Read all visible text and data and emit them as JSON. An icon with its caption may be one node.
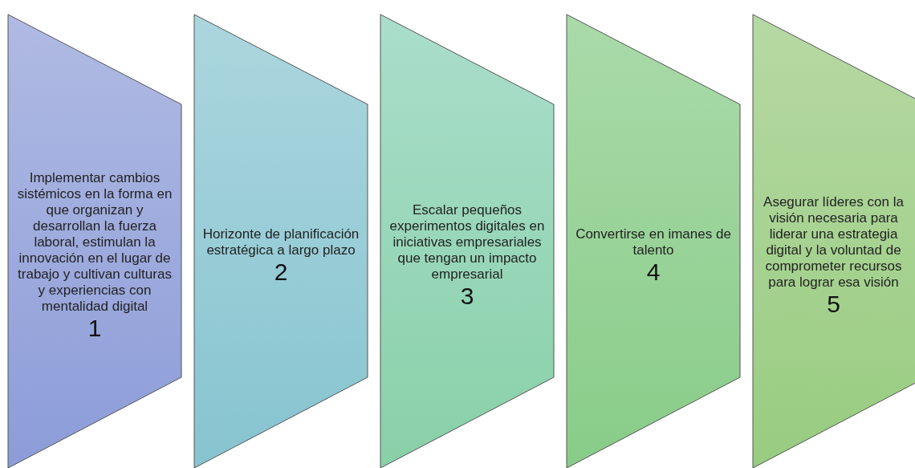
{
  "diagram": {
    "nodes": [
      {
        "text": [
          "Implementar cambios sistémicos en la forma en que organizan y desarrollan la fuerza laboral, estimulan la innovación en el lugar de trabajo y cultivan culturas y experiencias con mentalidad digital",
          "1"
        ]
      },
      {
        "text": [
          "Horizonte de planificación estratégica a largo plazo",
          "2"
        ]
      },
      {
        "text": [
          "Escalar pequeños experimentos digitales en iniciativas empresariales que tengan un impacto empresarial",
          "3"
        ]
      },
      {
        "text": [
          "Convertirse en imanes de talento",
          "4"
        ]
      },
      {
        "text": [
          "Asegurar líderes con la visión necesaria para liderar una estrategia digital y la voluntad de comprometer recursos para lograr esa visión",
          "5"
        ]
      }
    ]
  }
}
